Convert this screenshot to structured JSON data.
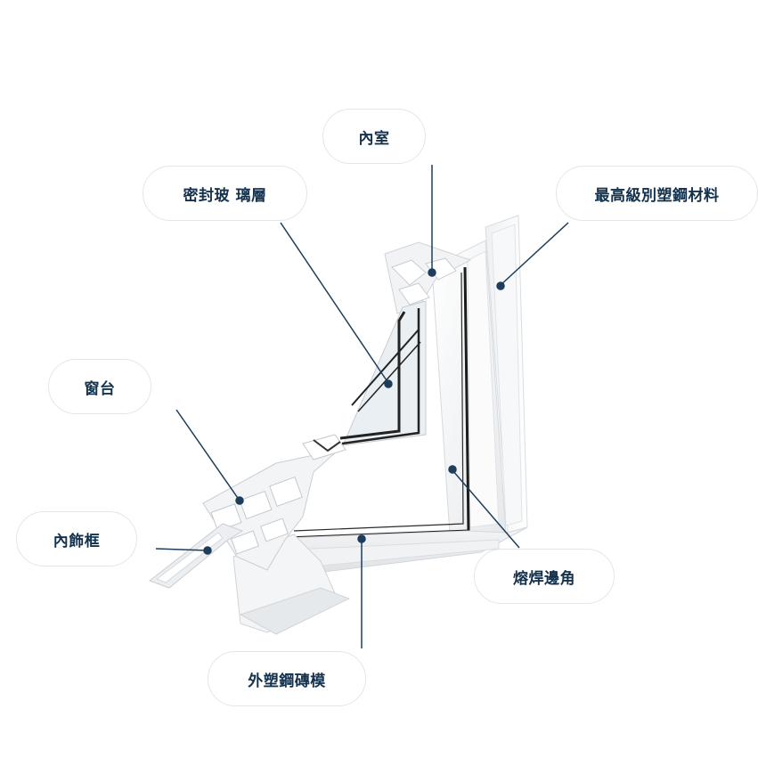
{
  "labels": {
    "inner_chamber": "內室",
    "sealed_glass": "密封玻 璃層",
    "premium_material": "最高級別塑鋼材料",
    "window_sill": "窗台",
    "inner_trim": "內飾框",
    "welded_corner": "熔焊邊角",
    "outer_mold": "外塑鋼磚模"
  },
  "colors": {
    "label_text": "#14324d",
    "leader_line": "#1d3d5c",
    "frame_light": "#f6f7f8",
    "frame_shade": "#e3e6e9",
    "glass": "#e9eef2"
  }
}
